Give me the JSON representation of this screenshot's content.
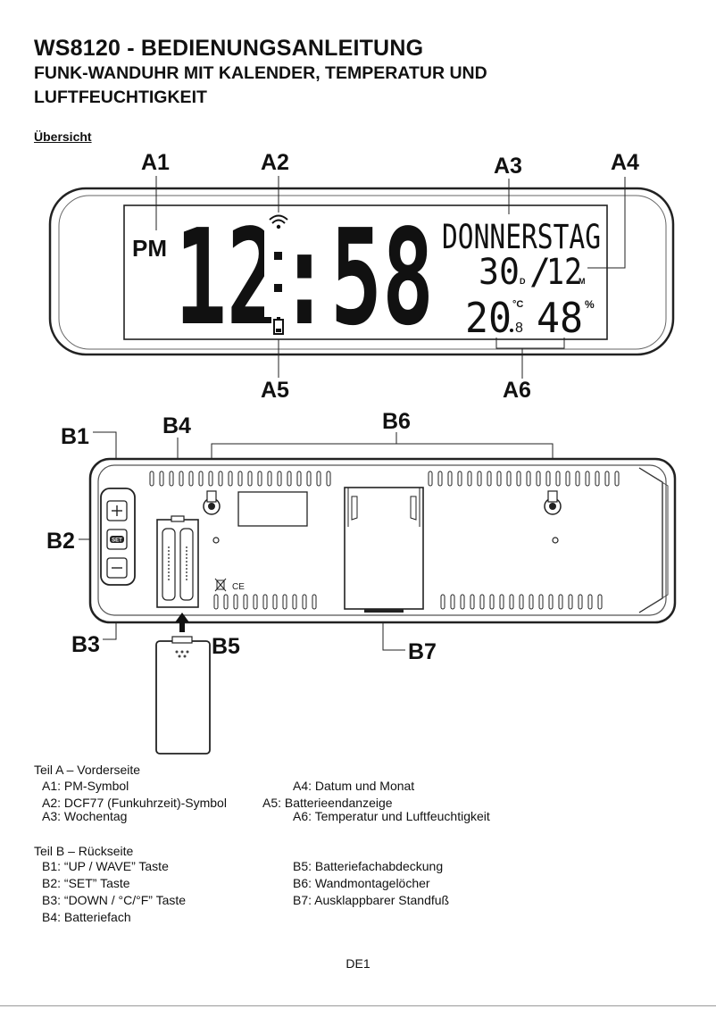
{
  "header": {
    "title": "WS8120 - BEDIENUNGSANLEITUNG",
    "subtitle": "FUNK-WANDUHR MIT KALENDER, TEMPERATUR UND LUFTFEUCHTIGKEIT"
  },
  "section_title": "Übersicht",
  "figure_front": {
    "labels": [
      "A1",
      "A2",
      "A3",
      "A4",
      "A5",
      "A6"
    ],
    "display": {
      "pm": "PM",
      "time": "12:58",
      "weekday": "DONNERSTAG",
      "date_day": "30",
      "day_marker": "D",
      "date_month": "12",
      "month_marker": "M",
      "temperature": "20",
      "temp_unit": "°C",
      "temp_decimal": "8",
      "humidity": "48",
      "humidity_unit": "%"
    }
  },
  "figure_back": {
    "labels": [
      "B1",
      "B2",
      "B3",
      "B4",
      "B5",
      "B6",
      "B7"
    ],
    "set_label": "SET"
  },
  "legend": {
    "part_a": {
      "title": "Teil A – Vorderseite",
      "items": [
        "A1: PM-Symbol",
        "A4: Datum und Monat",
        "A2: DCF77 (Funkuhrzeit)-Symbol",
        "A5: Batterieendanzeige",
        "A3: Wochentag",
        "A6: Temperatur und Luftfeuchtigkeit"
      ]
    },
    "part_b": {
      "title": "Teil B – Rückseite",
      "items": [
        "B1: “UP / WAVE” Taste",
        "B5: Batteriefachabdeckung",
        "B2: “SET” Taste",
        "B6: Wandmontagelöcher",
        "B3: “DOWN / °C/°F” Taste",
        "B7: Ausklappbarer Standfuß",
        "B4: Batteriefach"
      ]
    }
  },
  "footer": {
    "page": "DE1"
  }
}
